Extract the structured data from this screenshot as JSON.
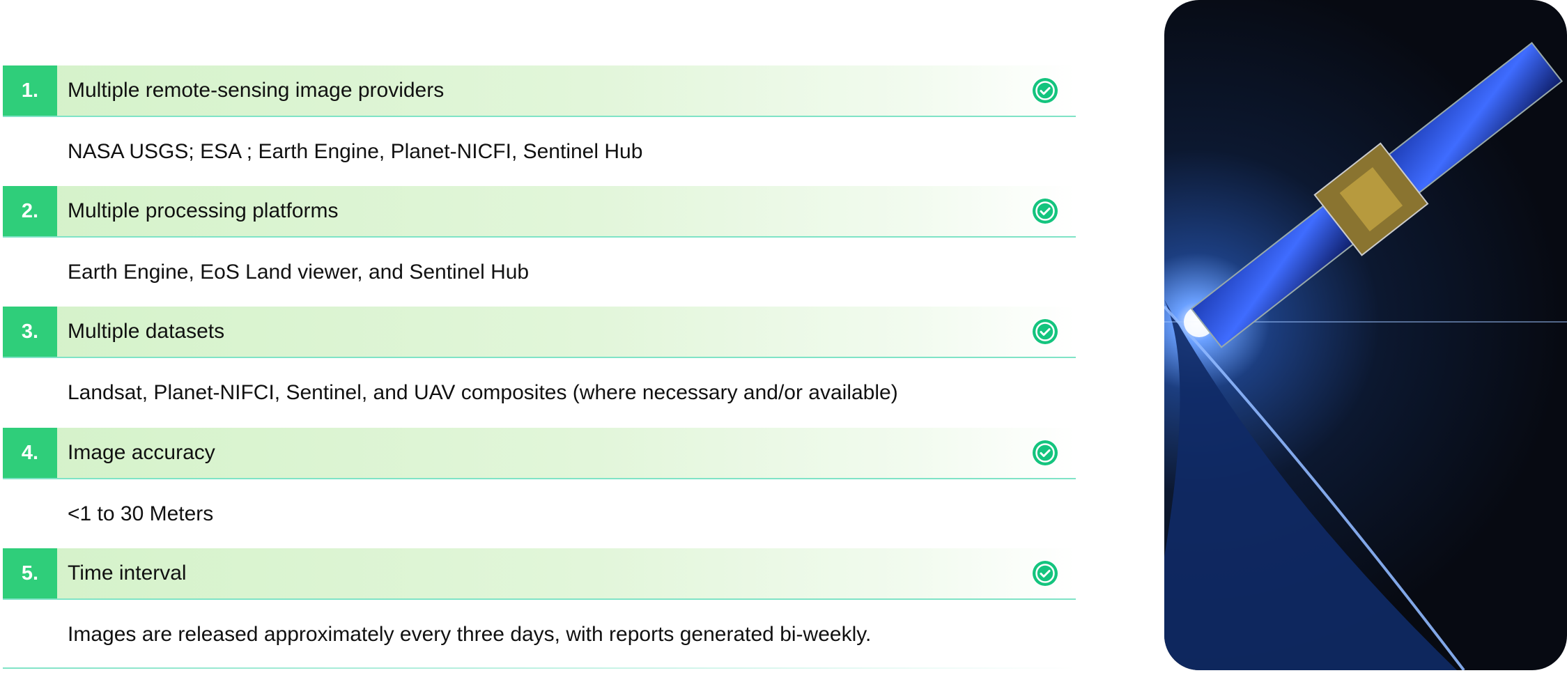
{
  "items": [
    {
      "number": "1.",
      "title": "Multiple remote-sensing image providers",
      "description": "NASA USGS; ESA ; Earth Engine, Planet-NICFI, Sentinel Hub"
    },
    {
      "number": "2.",
      "title": "Multiple processing platforms",
      "description": "Earth Engine, EoS Land viewer, and Sentinel Hub"
    },
    {
      "number": "3.",
      "title": "Multiple datasets",
      "description": "Landsat, Planet-NIFCI, Sentinel, and UAV composites (where necessary and/or available)"
    },
    {
      "number": "4.",
      "title": "Image accuracy",
      "description": "<1 to 30 Meters"
    },
    {
      "number": "5.",
      "title": "Time interval",
      "description": "Images are released approximately every three days, with reports generated bi-weekly."
    }
  ],
  "colors": {
    "accent": "#2fce7a",
    "check": "#14c47e"
  }
}
